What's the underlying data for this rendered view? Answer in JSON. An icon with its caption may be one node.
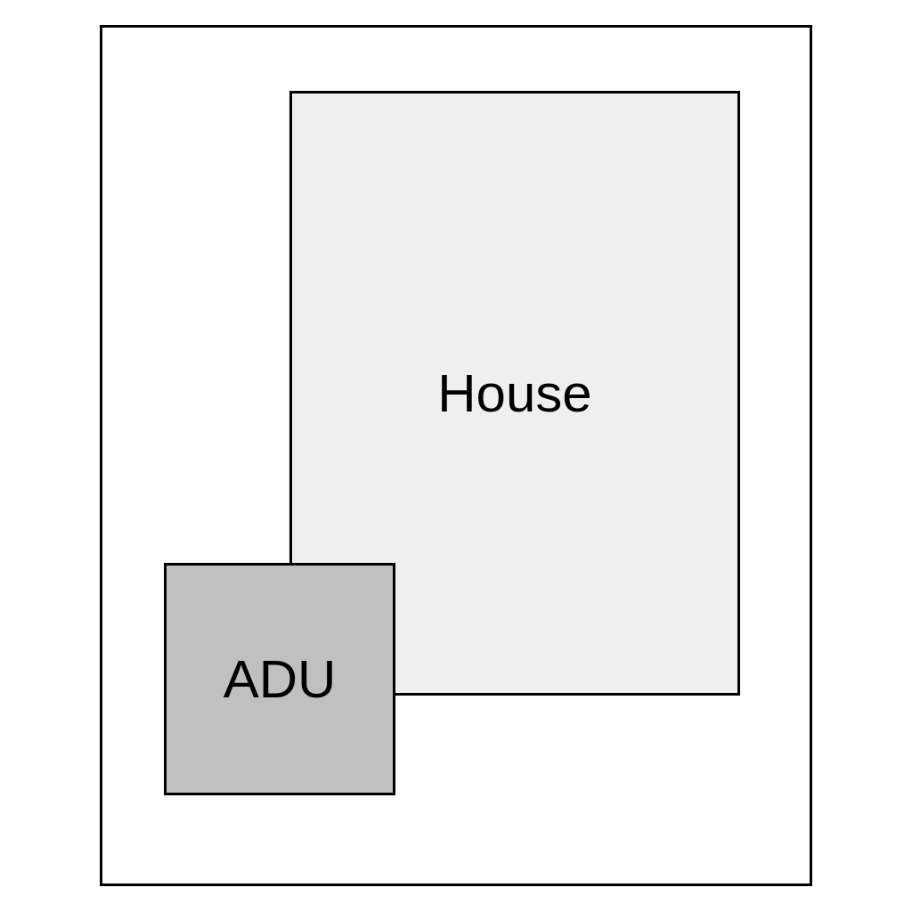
{
  "diagram": {
    "nodes": [
      {
        "text": [],
        "shape": "box"
      },
      {
        "text": [
          "House"
        ],
        "in": 0
      },
      {
        "text": [
          "ADU"
        ],
        "in": 0
      }
    ]
  }
}
